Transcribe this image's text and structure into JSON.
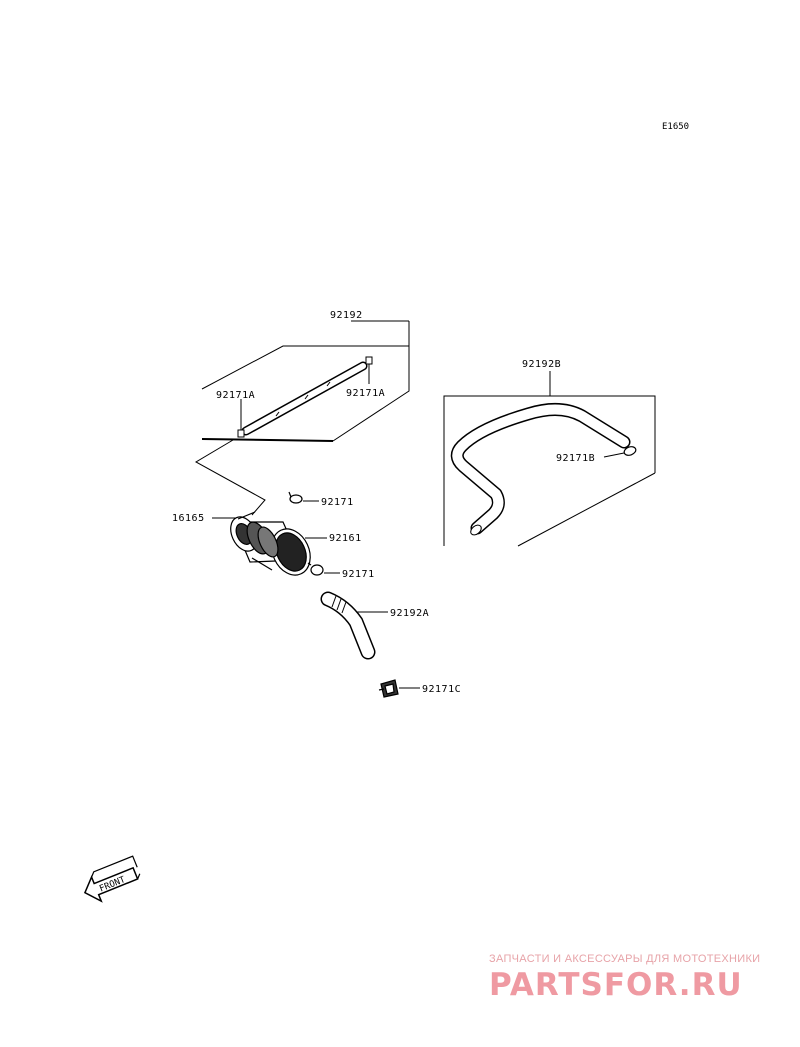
{
  "diagram_code": "E1650",
  "labels": {
    "hose_top": "92192",
    "clamp_a_left": "92171A",
    "clamp_a_right": "92171A",
    "hose_b": "92192B",
    "clamp_b": "92171B",
    "filter": "16165",
    "clamp_upper": "92171",
    "cover": "92161",
    "clamp_lower": "92171",
    "hose_a": "92192A",
    "clamp_c": "92171C"
  },
  "front_arrow": "FRONT",
  "watermark": {
    "tagline": "ЗАПЧАСТИ И АКСЕССУАРЫ ДЛЯ МОТОТЕХНИКИ",
    "brand": "PARTSFOR.RU",
    "color": "#ef9aa2"
  }
}
